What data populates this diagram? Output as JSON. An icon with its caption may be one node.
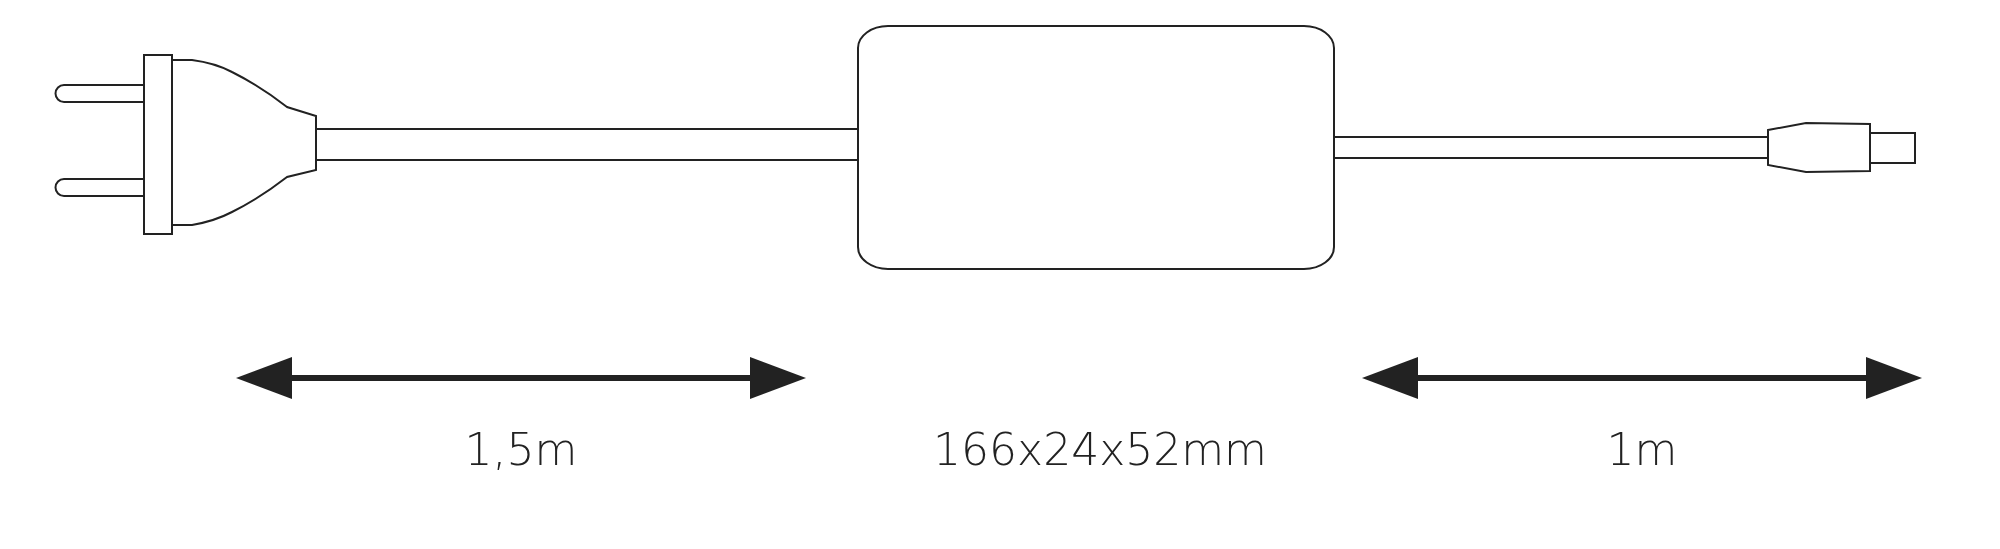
{
  "diagram": {
    "labels": [
      "1,5m",
      "166x24x52mm",
      "1m"
    ]
  }
}
